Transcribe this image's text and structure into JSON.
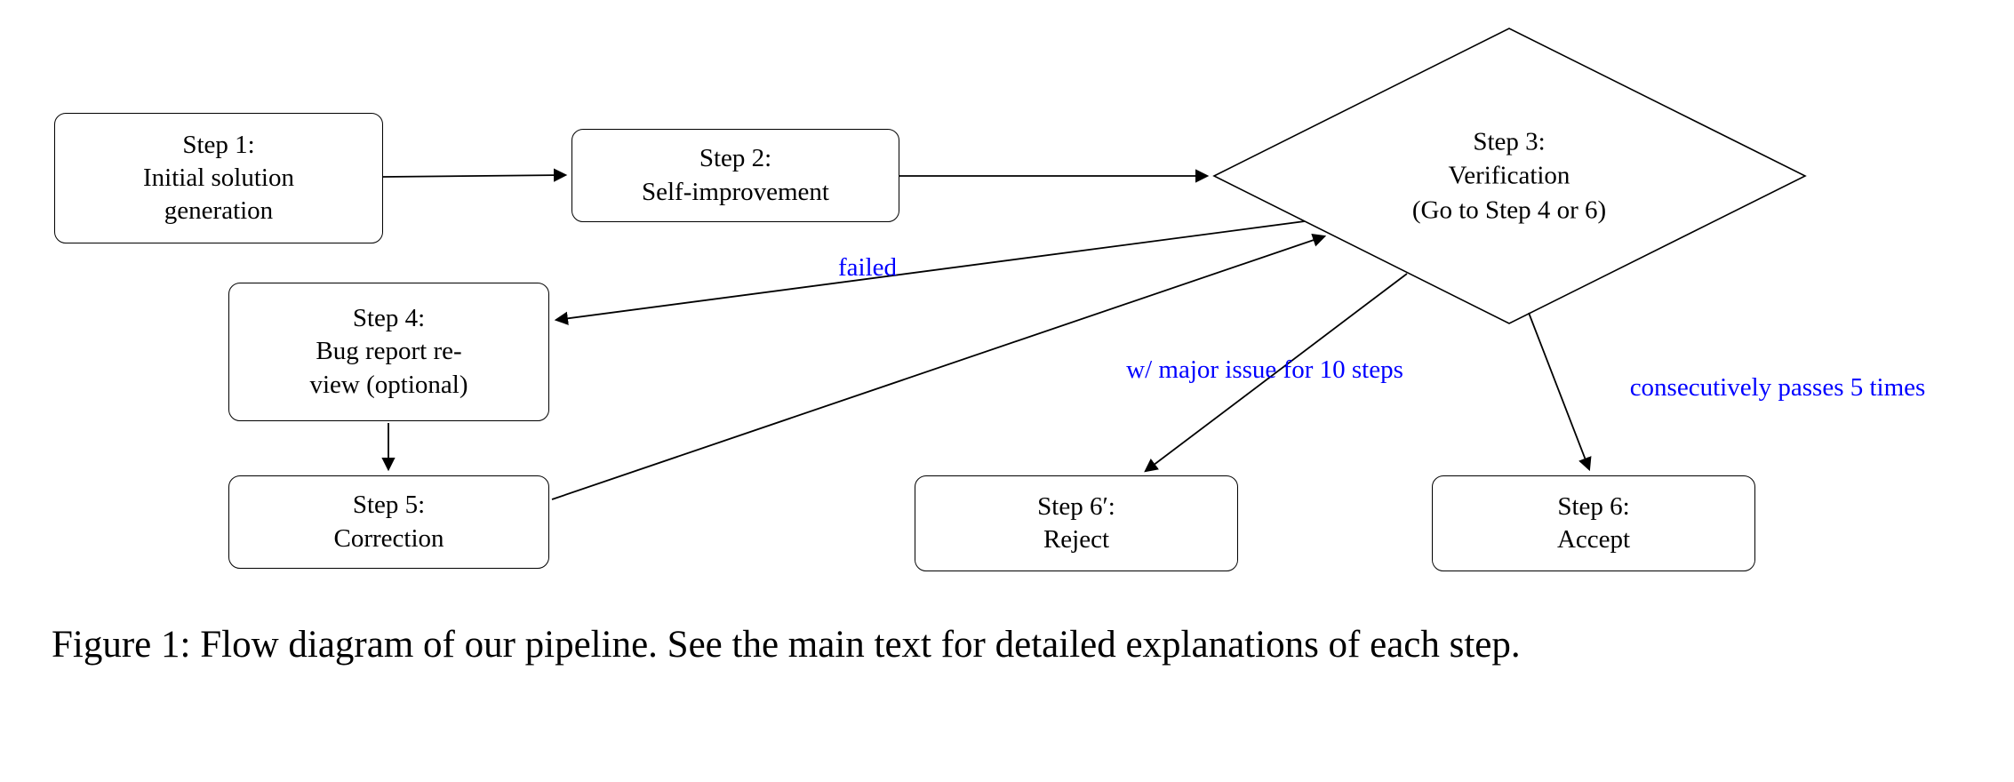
{
  "figure": {
    "caption": "Figure 1: Flow diagram of our pipeline. See the main text for detailed explanations of each step."
  },
  "nodes": {
    "step1": {
      "line1": "Step 1:",
      "line2": "Initial solution",
      "line3": "generation"
    },
    "step2": {
      "line1": "Step 2:",
      "line2": "Self-improvement"
    },
    "step3": {
      "line1": "Step 3:",
      "line2": "Verification",
      "line3": "(Go to Step 4 or 6)"
    },
    "step4": {
      "line1": "Step 4:",
      "line2": "Bug report re-",
      "line3": "view (optional)"
    },
    "step5": {
      "line1": "Step 5:",
      "line2": "Correction"
    },
    "step6prime": {
      "line1": "Step 6′:",
      "line2": "Reject"
    },
    "step6": {
      "line1": "Step 6:",
      "line2": "Accept"
    }
  },
  "edge_labels": {
    "failed": "failed",
    "major_issue": "w/ major issue for 10 steps",
    "passes": "consecutively passes 5 times"
  },
  "colors": {
    "edge_label": "#0000ff",
    "stroke": "#000000",
    "node_fill": "#ffffff"
  }
}
